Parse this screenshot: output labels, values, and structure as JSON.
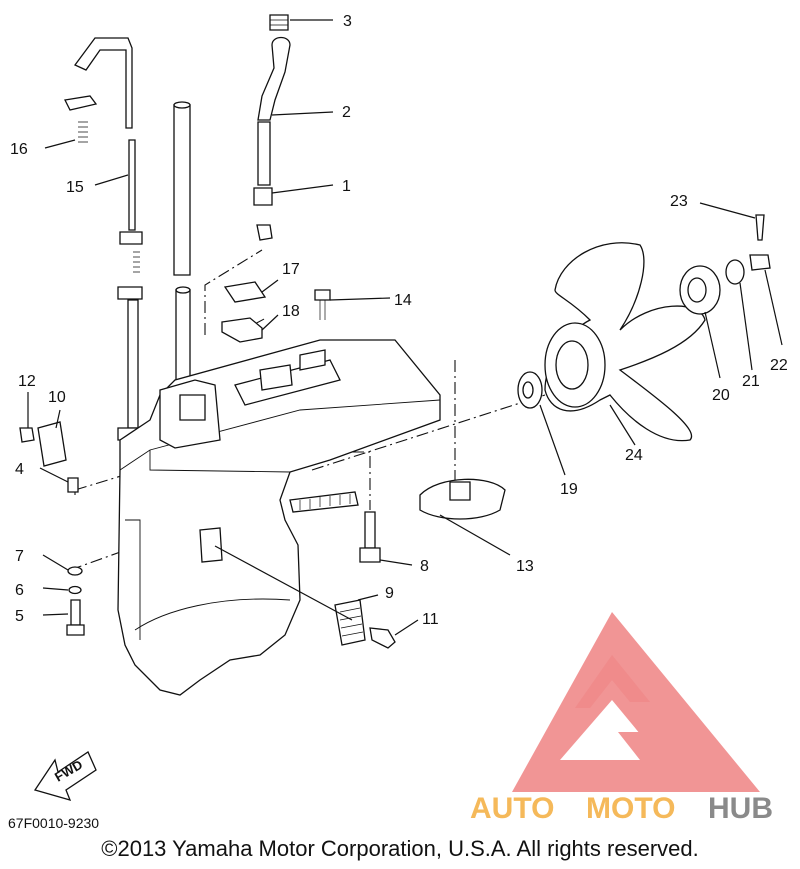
{
  "diagram": {
    "part_code": "67F0010-9230",
    "copyright": "©2013 Yamaha Motor Corporation, U.S.A. All rights reserved.",
    "fwd_arrow_label": "FWD",
    "watermark": {
      "brand_part1": "AUTO",
      "brand_part2": "MOTO",
      "brand_part3": "HUB",
      "logo_color": "#f08a8a",
      "auto_color": "#f5b95a",
      "moto_color": "#f5b95a",
      "hub_color": "#8a8a8a"
    },
    "callouts": [
      "1",
      "2",
      "3",
      "4",
      "5",
      "6",
      "7",
      "8",
      "9",
      "10",
      "11",
      "12",
      "13",
      "14",
      "15",
      "16",
      "17",
      "18",
      "19",
      "20",
      "21",
      "22",
      "23",
      "24"
    ]
  }
}
